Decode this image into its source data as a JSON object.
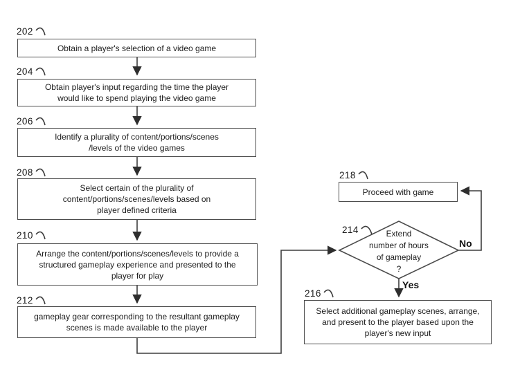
{
  "figure": {
    "boxes": [
      {
        "ref": "202",
        "text": "Obtain a player's selection of a video game"
      },
      {
        "ref": "204",
        "text": "Obtain player's input regarding the time the player\nwould like to spend playing the video game"
      },
      {
        "ref": "206",
        "text": "Identify a plurality of content/portions/scenes\n/levels of the video games"
      },
      {
        "ref": "208",
        "text": "Select certain of the plurality of\ncontent/portions/scenes/levels based on\nplayer defined criteria"
      },
      {
        "ref": "210",
        "text": "Arrange the content/portions/scenes/levels to provide a\nstructured gameplay experience and presented to the\nplayer for play"
      },
      {
        "ref": "212",
        "text": "gameplay gear corresponding to the resultant gameplay\nscenes is made available to the player"
      },
      {
        "ref": "216",
        "text": "Select additional gameplay scenes, arrange,\nand present to the player based upon the\nplayer's new input"
      },
      {
        "ref": "218",
        "text": "Proceed with game"
      }
    ],
    "decision": {
      "ref": "214",
      "text": "Extend\nnumber of hours\nof gameplay\n?"
    },
    "edge_labels": {
      "yes": "Yes",
      "no": "No"
    },
    "colors": {
      "line": "#3d3d3d",
      "border": "#4c4c4c",
      "text": "#1c1c1c"
    }
  }
}
